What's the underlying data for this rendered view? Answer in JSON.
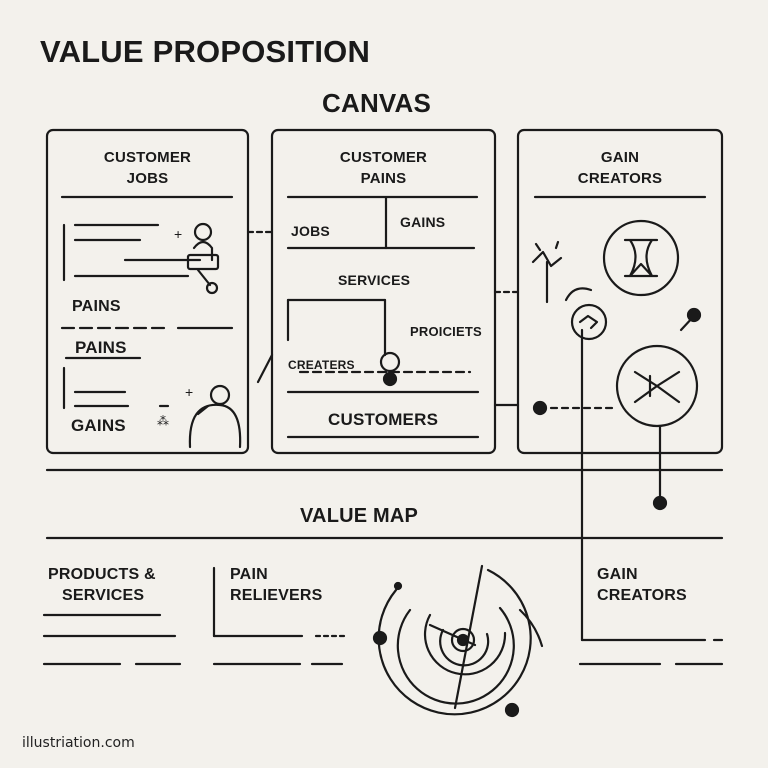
{
  "header": {
    "title": "VALUE PROPOSITION",
    "subtitle": "CANVAS"
  },
  "box_left": {
    "heading_line1": "CUSTOMER",
    "heading_line2": "JOBS",
    "label_pains_1": "PAINS",
    "label_pains_2": "PAINS",
    "label_gains": "GAINS",
    "plus_1": "+",
    "plus_2": "+",
    "sparkle": "⁂"
  },
  "box_middle": {
    "heading_line1": "CUSTOMER",
    "heading_line2": "PAINS",
    "label_jobs": "JOBS",
    "label_gains": "GAINS",
    "label_services": "SERVICES",
    "label_proicets": "PROICIETS",
    "label_creaters": "CREATERS",
    "label_customers": "CUSTOMERS"
  },
  "box_right": {
    "heading_line1": "GAIN",
    "heading_line2": "CREATORS"
  },
  "value_map": {
    "heading": "VALUE MAP",
    "col1_line1": "PRODUCTS &",
    "col1_line2": "SERVICES",
    "col2_line1": "PAIN",
    "col2_line2": "RELIEVERS",
    "col3_line1": "GAIN",
    "col3_line2": "CREATORS"
  },
  "footer": {
    "credit": "illustriation.com"
  }
}
